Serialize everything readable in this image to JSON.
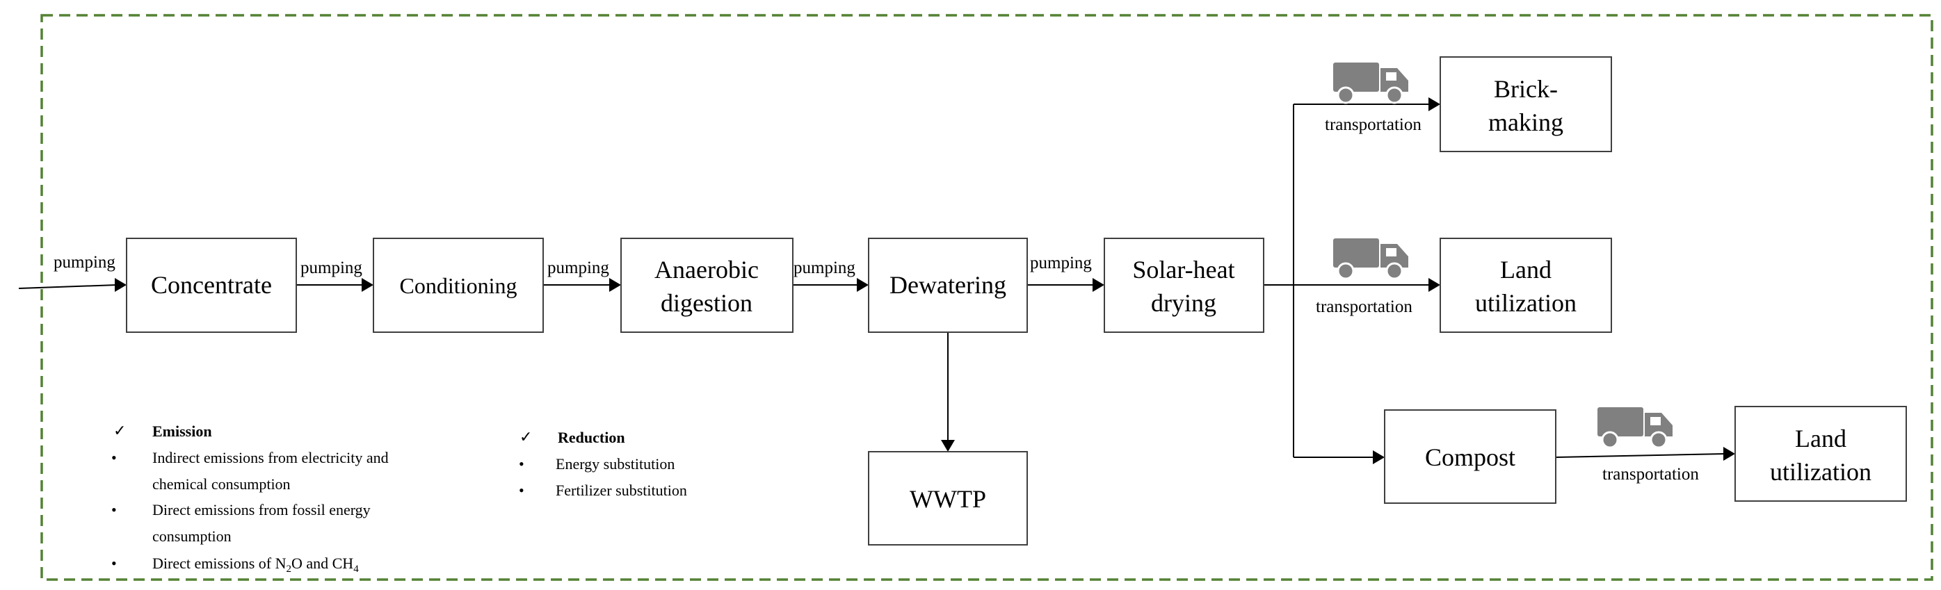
{
  "nodes": {
    "concentrate": [
      "Concentrate"
    ],
    "conditioning": [
      "Conditioning"
    ],
    "anaerobic_digestion": [
      "Anaerobic",
      "digestion"
    ],
    "dewatering": [
      "Dewatering"
    ],
    "solar_heat_drying": [
      "Solar-heat",
      "drying"
    ],
    "wwtp": [
      "WWTP"
    ],
    "brick_making": [
      "Brick-",
      "making"
    ],
    "land_utilization_1": [
      "Land",
      "utilization"
    ],
    "compost": [
      "Compost"
    ],
    "land_utilization_2": [
      "Land",
      "utilization"
    ]
  },
  "edge_labels": {
    "pumping": "pumping",
    "transportation": "transportation"
  },
  "emission": {
    "title": "Emission",
    "items": [
      [
        "Indirect emissions from electricity and",
        "chemical consumption"
      ],
      [
        "Direct emissions from fossil energy",
        "consumption"
      ]
    ],
    "last_item": {
      "prefix": "Direct emissions of N",
      "sub1": "2",
      "mid": "O and CH",
      "sub2": "4"
    }
  },
  "reduction": {
    "title": "Reduction",
    "items": [
      "Energy substitution",
      "Fertilizer substitution"
    ]
  },
  "symbols": {
    "check": "✓",
    "bullet": "•"
  },
  "colors": {
    "boundary": "#548235",
    "truck": "#808080"
  },
  "icons": {
    "truck": "truck-icon"
  }
}
